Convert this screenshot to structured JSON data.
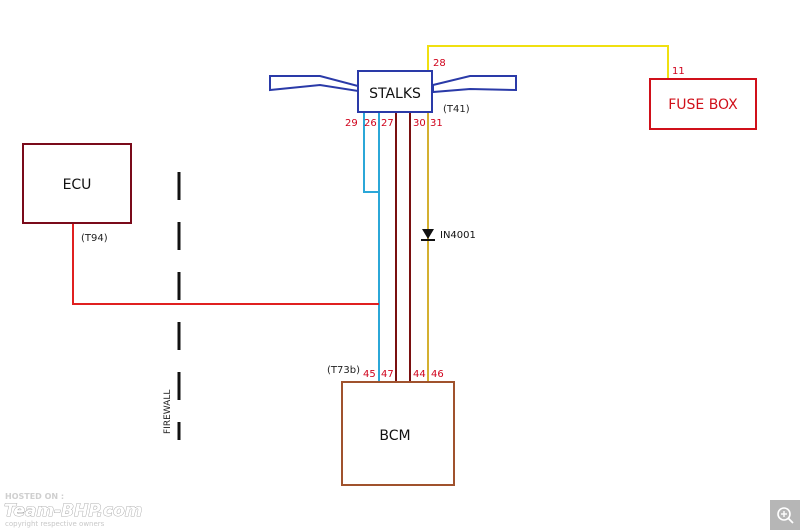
{
  "components": {
    "stalks": "STALKS",
    "fuse_box": "FUSE BOX",
    "ecu": "ECU",
    "bcm": "BCM"
  },
  "connectors": {
    "stalks": "(T41)",
    "ecu": "(T94)",
    "bcm": "(T73b)"
  },
  "pins": {
    "stalks_top": "28",
    "fuse_box": "11",
    "stalks_29": "29",
    "stalks_26": "26",
    "stalks_27": "27",
    "stalks_30": "30",
    "stalks_31": "31",
    "bcm_45": "45",
    "bcm_47": "47",
    "bcm_44": "44",
    "bcm_46": "46"
  },
  "diode": "IN4001",
  "firewall": "FIREWALL",
  "watermark": {
    "hosted": "HOSTED ON :",
    "logo": "Team-BHP.com",
    "copyright": "copyright respective owners"
  },
  "colors": {
    "yellow_wire": "#f0e010",
    "blue_wire": "#2ba7d8",
    "dark_red_wire": "#7a1010",
    "red_wire": "#e02020",
    "gold_wire": "#d4b030",
    "stalks_outline": "#2a3aa8",
    "fuse_box_outline": "#d0101a",
    "ecu_outline": "#7a0a1a",
    "bcm_outline": "#a0522d"
  }
}
